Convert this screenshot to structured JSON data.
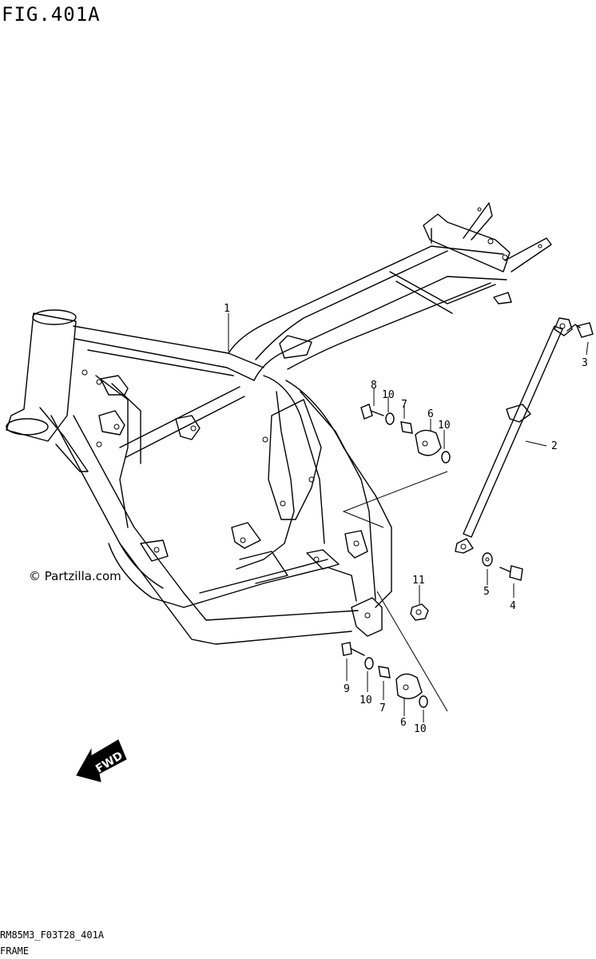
{
  "figure": {
    "title": "FIG.401A",
    "footer_code": "RM85M3_F03T28_401A",
    "footer_name": "FRAME",
    "watermark": "© Partzilla.com",
    "fwd_label": "FWD"
  },
  "callouts": {
    "c1": "1",
    "c2": "2",
    "c3": "3",
    "c4": "4",
    "c5": "5",
    "c6a": "6",
    "c6b": "6",
    "c7a": "7",
    "c7b": "7",
    "c8": "8",
    "c9": "9",
    "c10a": "10",
    "c10b": "10",
    "c10c": "10",
    "c10d": "10",
    "c11": "11"
  },
  "parts": [
    {
      "ref": "1",
      "icon": "frame-icon"
    },
    {
      "ref": "2",
      "icon": "stay-rod-icon"
    },
    {
      "ref": "3",
      "icon": "bolt-icon"
    },
    {
      "ref": "4",
      "icon": "bolt-icon"
    },
    {
      "ref": "5",
      "icon": "washer-icon"
    },
    {
      "ref": "6",
      "icon": "cushion-icon"
    },
    {
      "ref": "7",
      "icon": "spacer-icon"
    },
    {
      "ref": "8",
      "icon": "bolt-icon"
    },
    {
      "ref": "9",
      "icon": "bolt-icon"
    },
    {
      "ref": "10",
      "icon": "washer-icon"
    },
    {
      "ref": "11",
      "icon": "nut-icon"
    }
  ]
}
